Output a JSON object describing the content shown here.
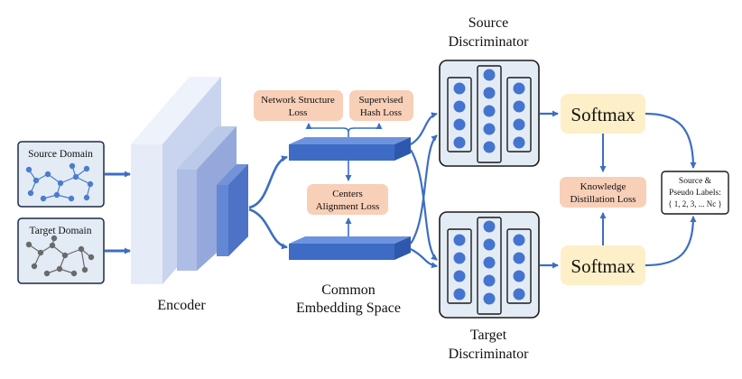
{
  "inputs": {
    "source_domain": "Source Domain",
    "target_domain": "Target Domain"
  },
  "encoder": {
    "label": "Encoder"
  },
  "losses": {
    "network_structure": [
      "Network Structure",
      "Loss"
    ],
    "supervised_hash": [
      "Supervised",
      "Hash Loss"
    ],
    "centers_alignment": [
      "Centers",
      "Alignment Loss"
    ],
    "knowledge_distillation": [
      "Knowledge",
      "Distillation Loss"
    ]
  },
  "embedding": {
    "label": [
      "Common",
      "Embedding Space"
    ]
  },
  "discriminators": {
    "source": [
      "Source",
      "Discriminator"
    ],
    "target": [
      "Target",
      "Discriminator"
    ]
  },
  "softmax": {
    "source": "Softmax",
    "target": "Softmax"
  },
  "output": {
    "label": [
      "Source &",
      "Pseudo Labels:",
      "{ 1, 2, 3, ... Nc }"
    ]
  },
  "colors": {
    "arrow": "#3c6ec2",
    "encoder_light": "#dfe6f5",
    "encoder_mid": "#a9b9e3",
    "encoder_dark": "#5b7fd0",
    "loss_fill": "#f8cfb7",
    "softmax_fill": "#fdefc7",
    "panel_fill": "#e3ecf5",
    "node": "#4474cf",
    "graph_source": "#4a7dd0",
    "graph_target": "#6a6a6a"
  }
}
